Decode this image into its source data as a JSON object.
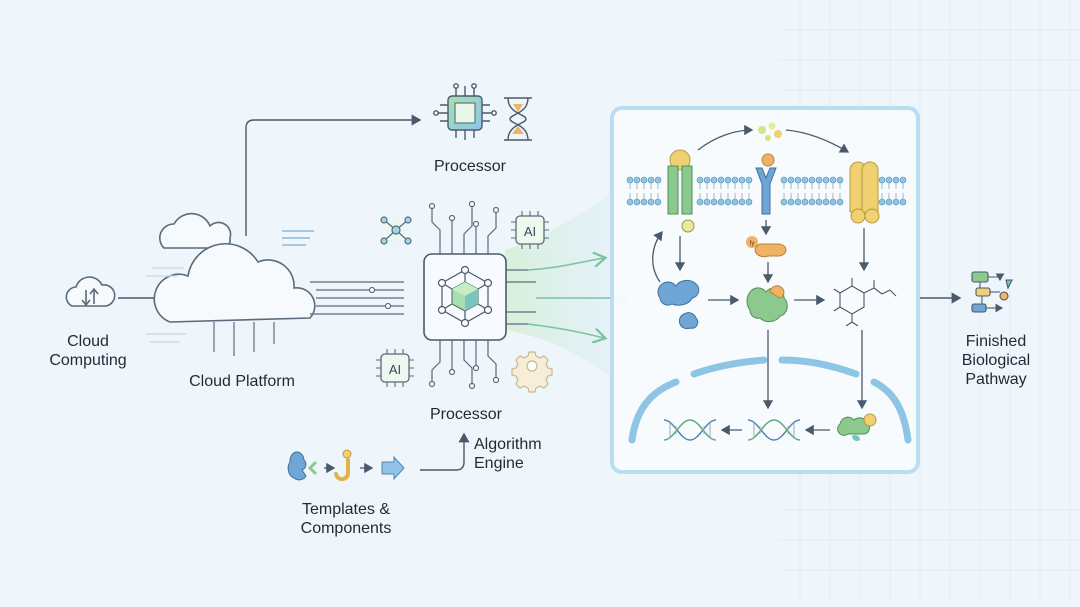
{
  "labels": {
    "cloud_computing": "Cloud\nComputing",
    "cloud_platform": "Cloud Platform",
    "processor_top": "Processor",
    "processor_center": "Processor",
    "algorithm_engine": "Algorithm\nEngine",
    "templates_components": "Templates &\nComponents",
    "finished_pathway": "Finished\nBiological\nPathway",
    "ai_badge": "AI",
    "ai_badge_2": "AI"
  },
  "colors": {
    "background": "#eef5fb",
    "line": "#4b5a6b",
    "cloud_stroke": "#5b6b7c",
    "cloud_fill": "#f6fafd",
    "chip_green": "#9fd6a5",
    "chip_blue": "#8fc3e8",
    "panel_border": "#b9dcf2",
    "panel_fill": "#f8fcff",
    "green_protein": "#8bc98f",
    "blue_protein": "#6fa6d6",
    "yellow_protein": "#f1d071",
    "orange_molecule": "#f0b264",
    "teal_accent": "#6ec9c3"
  },
  "icons": [
    "cloud-download-icon",
    "cloud-platform-icon",
    "cpu-chip-icon",
    "hourglass-icon",
    "network-node-icon",
    "ai-chip-icon",
    "gear-icon",
    "cube-processor-icon",
    "dna-icon",
    "workflow-icon",
    "membrane-receptor-icon",
    "protein-icon",
    "molecule-structure-icon"
  ]
}
